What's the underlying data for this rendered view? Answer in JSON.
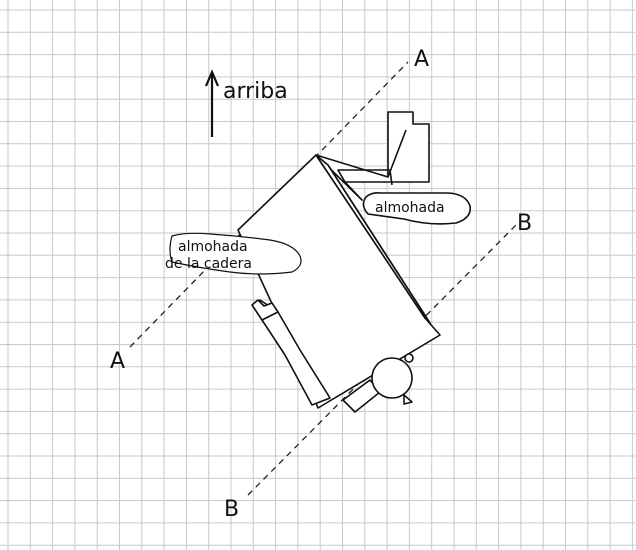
{
  "diagram": {
    "up_label": "arriba",
    "pillow_label": "almohada",
    "hip_pillow_line1": "almohada",
    "hip_pillow_line2": "de la cadera",
    "axis_a_top": "A",
    "axis_a_bottom": "A",
    "axis_b_top": "B",
    "axis_b_bottom": "B"
  }
}
